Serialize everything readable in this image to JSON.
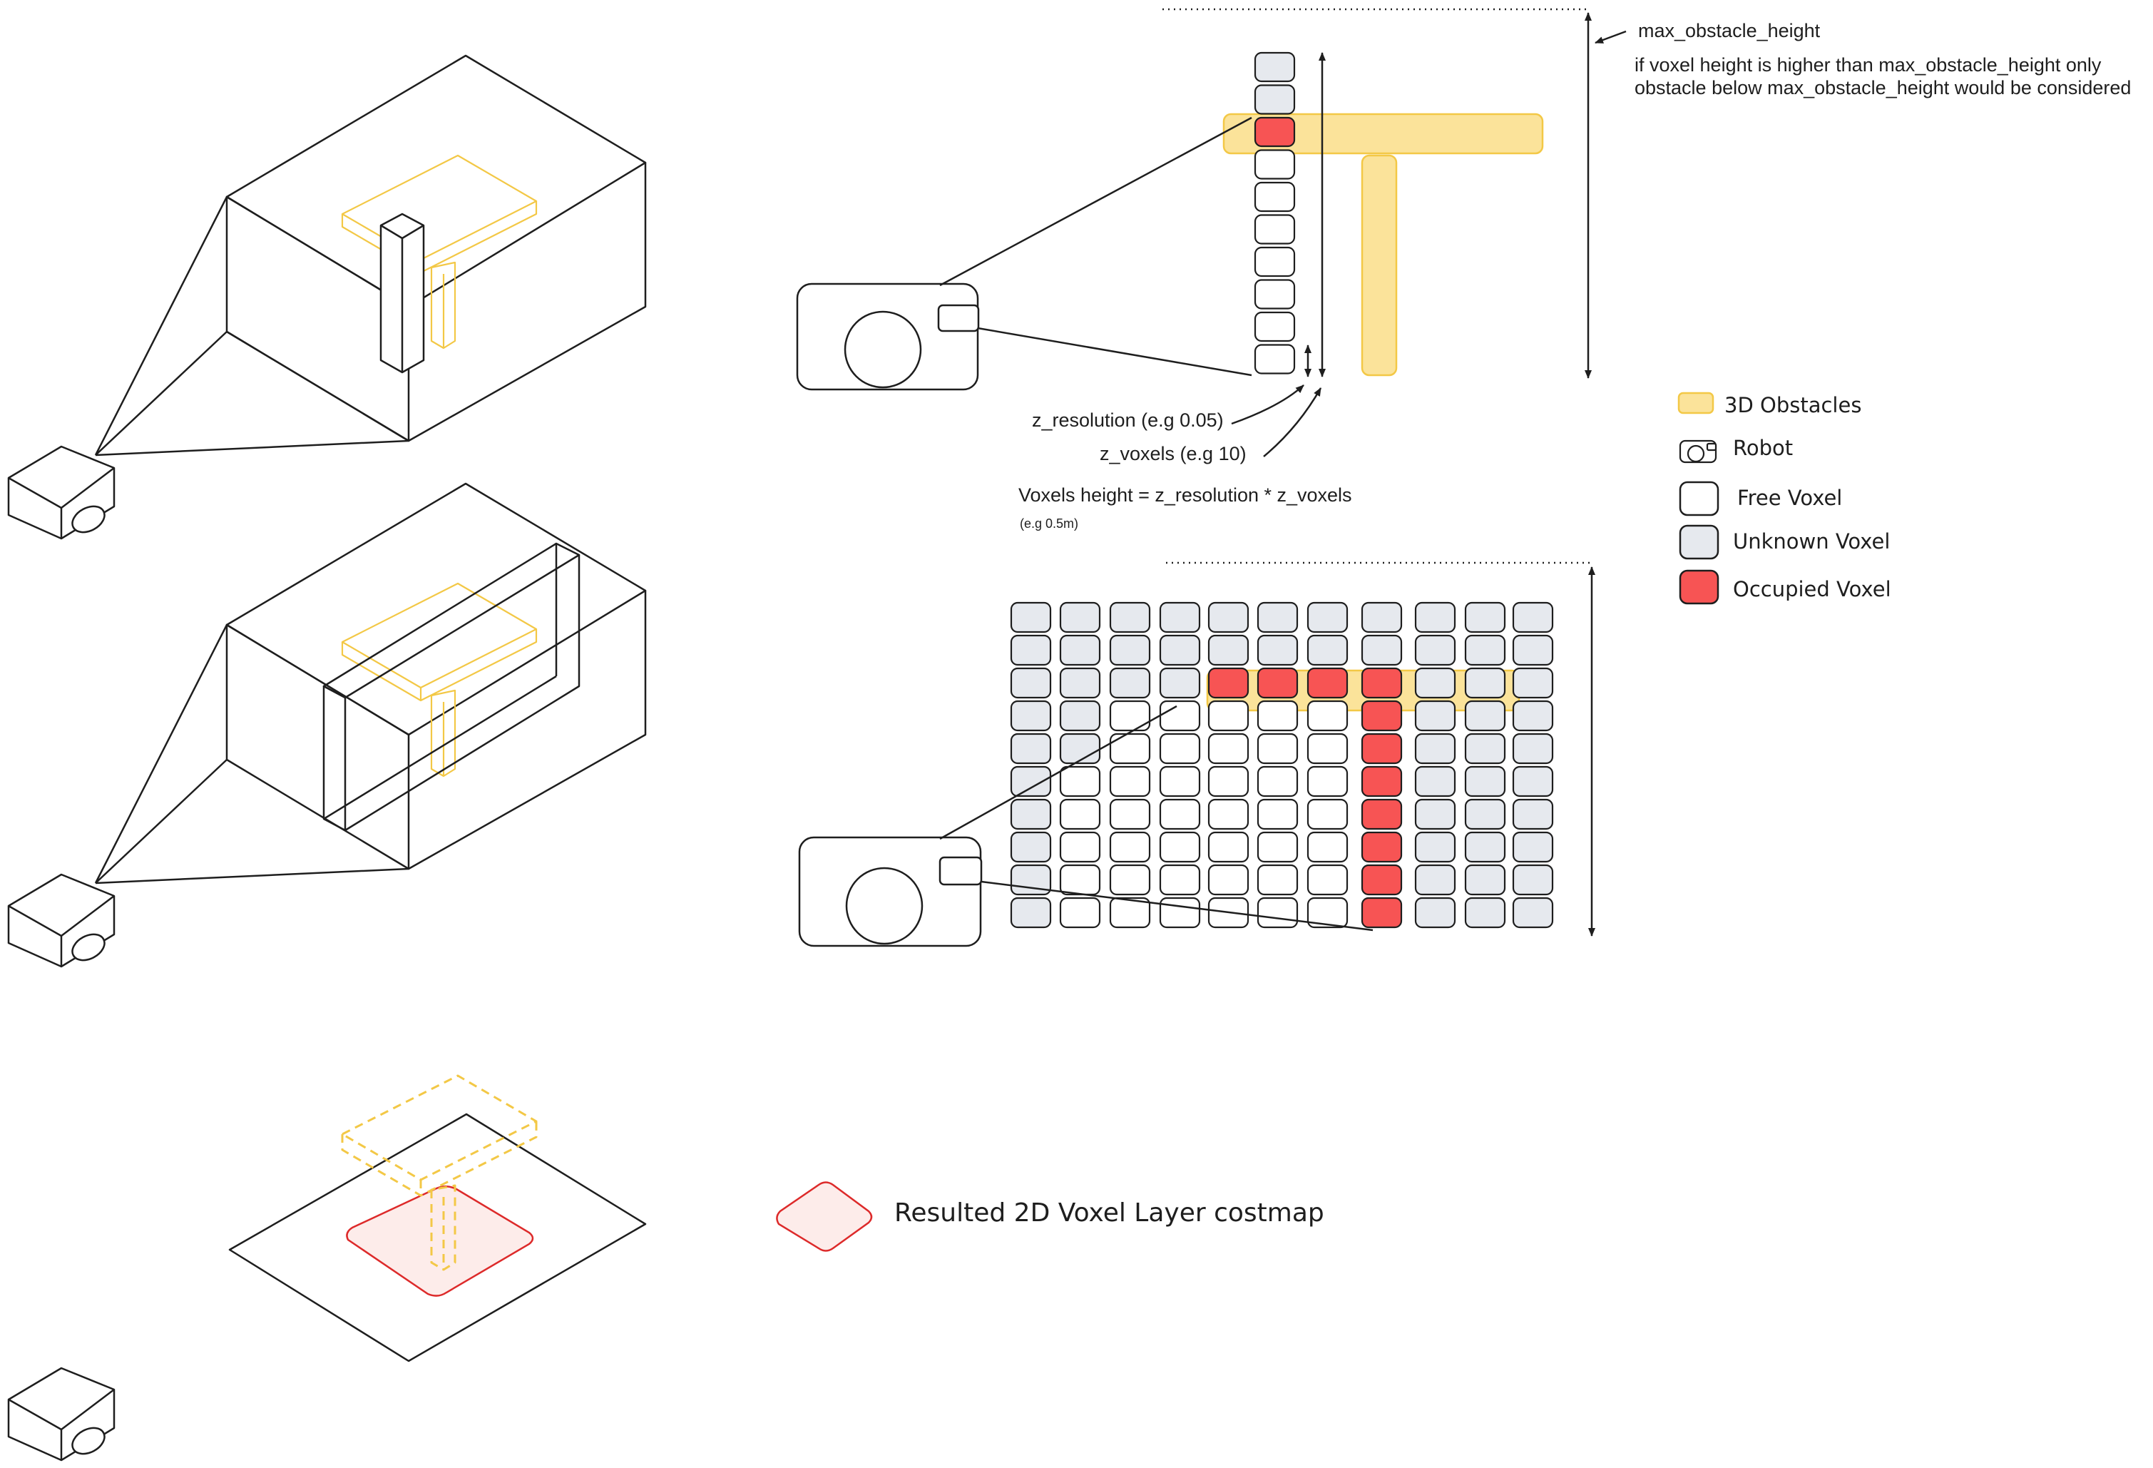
{
  "annotations": {
    "max_obstacle_height": "max_obstacle_height",
    "note_line1": "if voxel height is higher than max_obstacle_height only",
    "note_line2": "obstacle below max_obstacle_height would be considered",
    "z_resolution": "z_resolution (e.g 0.05)",
    "z_voxels": "z_voxels (e.g 10)",
    "voxels_height": "Voxels height = z_resolution * z_voxels",
    "voxels_height_example": "(e.g 0.5m)"
  },
  "legend": {
    "obstacles": "3D Obstacles",
    "robot": "Robot",
    "free": "Free Voxel",
    "unknown": "Unknown Voxel",
    "occupied": "Occupied Voxel"
  },
  "result_label": "Resulted 2D Voxel Layer costmap",
  "colors": {
    "obstacle_fill": "#fbe39a",
    "obstacle_stroke": "#f3c846",
    "occupied": "#f75454",
    "unknown": "#e6e9ee",
    "free": "#ffffff",
    "line": "#1e1e1e",
    "costmap_fill": "#fdecea",
    "costmap_stroke": "#dd2a2a"
  },
  "column_voxels": [
    "unknown",
    "unknown",
    "occupied",
    "free",
    "free",
    "free",
    "free",
    "free",
    "free",
    "free"
  ],
  "grid_voxels": [
    "UUUUUUUUUUU",
    "UUUUUUUUUUU",
    "UUUUOOOOUUU",
    "UUFFFFFOUUU",
    "UUFFFFFOUUU",
    "UFFFFFFOUUU",
    "UFFFFFFOUUU",
    "UFFFFFFOUUU",
    "UFFFFFFOUUU",
    "UFFFFFFOUUU"
  ]
}
